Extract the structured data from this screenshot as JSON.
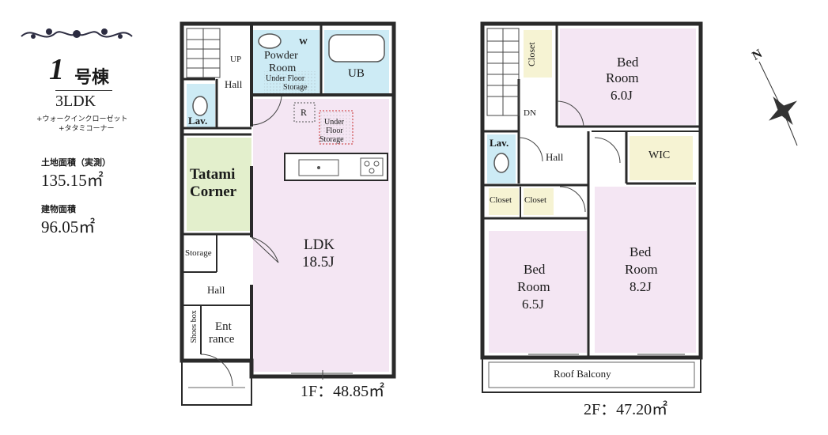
{
  "info": {
    "building_number": "1",
    "building_suffix": "号棟",
    "layout_type": "3LDK",
    "notes": [
      "+ウォークインクローゼット",
      "+タタミコーナー"
    ],
    "land_area_label": "土地面積（実測）",
    "land_area_value": "135.15㎡",
    "building_area_label": "建物面積",
    "building_area_value": "96.05㎡"
  },
  "floor1": {
    "area_label": "1F：48.85㎡",
    "rooms": {
      "up": "UP",
      "hall_top": "Hall",
      "powder_room_line1": "Powder",
      "powder_room_line2": "Room",
      "w": "W",
      "under_floor_storage_1": "Under Floor",
      "under_floor_storage_2": "Storage",
      "ub": "UB",
      "lav": "Lav.",
      "r": "R",
      "under_floor_2_line1": "Under",
      "under_floor_2_line2": "Floor",
      "under_floor_2_line3": "Storage",
      "tatami_line1": "Tatami",
      "tatami_line2": "Corner",
      "ldk_name": "LDK",
      "ldk_size": "18.5J",
      "storage": "Storage",
      "hall_bottom": "Hall",
      "shoes_box": "Shoes box",
      "entrance_line1": "Ent",
      "entrance_line2": "rance"
    }
  },
  "floor2": {
    "area_label": "2F：47.20㎡",
    "rooms": {
      "closet_top": "Closet",
      "dn": "DN",
      "bed1_line1": "Bed",
      "bed1_line2": "Room",
      "bed1_size": "6.0J",
      "lav": "Lav.",
      "hall": "Hall",
      "wic": "WIC",
      "closet_a": "Closet",
      "closet_b": "Closet",
      "bed2_line1": "Bed",
      "bed2_line2": "Room",
      "bed2_size": "6.5J",
      "bed3_line1": "Bed",
      "bed3_line2": "Room",
      "bed3_size": "8.2J",
      "roof_balcony": "Roof Balcony"
    }
  },
  "compass": {
    "north": "N"
  },
  "colors": {
    "ldk": "#f4e6f3",
    "bedroom": "#f4e6f3",
    "wet_area": "#cdebf5",
    "tatami": "#e3efcc",
    "closet": "#f6f3d3",
    "wall": "#2a2a2a"
  }
}
